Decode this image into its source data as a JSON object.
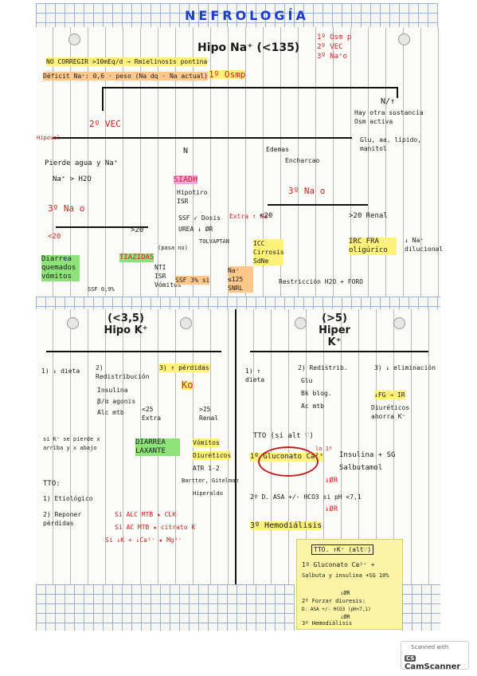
{
  "page_title": "NEFROLOGÍA",
  "hipona": {
    "title": "Hipo Na⁺ (<135)",
    "side_notes": [
      "1º Osm p",
      "2º VEC",
      "3º Na⁺o"
    ],
    "no_corregir": "NO CORREGIR >10mEq/d → Rmielinosis pontina",
    "deficit": "Déficit Na⁺: 0,6 · peso (Na dq - Na actual)",
    "step1": "1º Osmp",
    "n_up": "N/↑",
    "hay_otra": "Hay otra sustancia Osm activa",
    "glu": "Glu, aa, lípido, manitol",
    "step2": "2º VEC",
    "hipovol": "Hipovol",
    "pierde": "Pierde agua y Na⁺",
    "na_h2o": "Na⁺ > H2O",
    "step3a": "3º Na o",
    "lt20a": "<20",
    "gt20a": ">20",
    "diarrea": "Diarrea quemados vómitos",
    "tiazidas": "TIAZIDAS",
    "nti": "NTI ISR Vómitos",
    "ssf": "SSF 0,9%",
    "n": "N",
    "siadh": "SIADH",
    "hipotiro": "Hipotiro ISR",
    "ssf_dosis": "SSF ✓ Dosis",
    "urea": "UREA ↓ ØR",
    "tolvaptan": "TOLVAPTÁN",
    "extra": "Extra ↑ Na⁺",
    "pasa_no": "(pasa no)",
    "ssf3": "SSF 3% si",
    "na_gt125": "Na⁺ ≤125 SNRL",
    "edemas": "Edemas",
    "encharcao": "Encharcao",
    "step3b": "3º Na o",
    "lt20b": "<20",
    "gt20b": ">20 Renal",
    "icc": "ICC Cirrosis SdNe",
    "irc": "IRC FRA oligúrico",
    "dilucional": "↓ Na⁺ dilucional",
    "restriccion": "Restricción H2O + FORO"
  },
  "hipok": {
    "title": "(<3,5) Hipo K⁺",
    "c1": "1) ↓ dieta",
    "c2_head": "2) Redistribución",
    "c2_items": [
      "Insulina",
      "β/α agonis",
      "Alc mtb"
    ],
    "c3_head": "3) ↑ pérdidas",
    "ko": "Ko",
    "lt25": "<25 Extra",
    "gt25": ">25 Renal",
    "hipok_note": "si K⁺ se pierde x arriba y x abajo",
    "diarrea": "DIARREA LAXANTE",
    "renal_list": [
      "Vómitos",
      "Diuréticos",
      "ATR 1-2",
      "Bartter, Gitelman",
      "Hiperaldo"
    ],
    "tto": "TTO:",
    "tto1": "1) Etiológico",
    "tto2": "2) Reponer pérdidas",
    "alc1": "Si ALC MTB ★ CLK",
    "alc2": "Si AC MTB ★ citrato K",
    "alc3": "Si ↓K + ↓Ca²⁺ ★ Mg²⁺"
  },
  "hiperk": {
    "title": "(>5) Hiper K⁺",
    "c1": "1) ↑ dieta",
    "c2_head": "2) Redistrib.",
    "c2_items": [
      "Glu",
      "Bk blog.",
      "Ac mtb"
    ],
    "c3_head": "3) ↓ eliminación",
    "fg_ir": "↓FG → IR",
    "diur": "Diuréticos ahorra K⁺",
    "tto": "TTO (si alt ♡)",
    "step1": "1º Gluconato Ca²⁺",
    "insulina": "Insulina + SG",
    "salbut": "Salbutamol",
    "step2": "2º D. ASA +/- HCO3 si pH <7,1",
    "step3": "3º Hemodiálisis",
    "or1": "↓ØR",
    "or2": "↓ØR",
    "lo1": "lo 1º"
  },
  "note": {
    "title": "TTO. ↑K⁺ (alt♡)",
    "l1": "1º Gluconato Ca²⁺ +",
    "l2": "Salbuta y insulina +SG 10%",
    "l3": "↓ØR",
    "l4": "2º Forzar diuresis:",
    "l5": "D. ASA +/- HCO3 (pH<7,1)",
    "l6": "↓ØR",
    "l7": "3º Hemodiálisis"
  },
  "badge": {
    "scanned": "Scanned with",
    "brand": "CamScanner"
  }
}
